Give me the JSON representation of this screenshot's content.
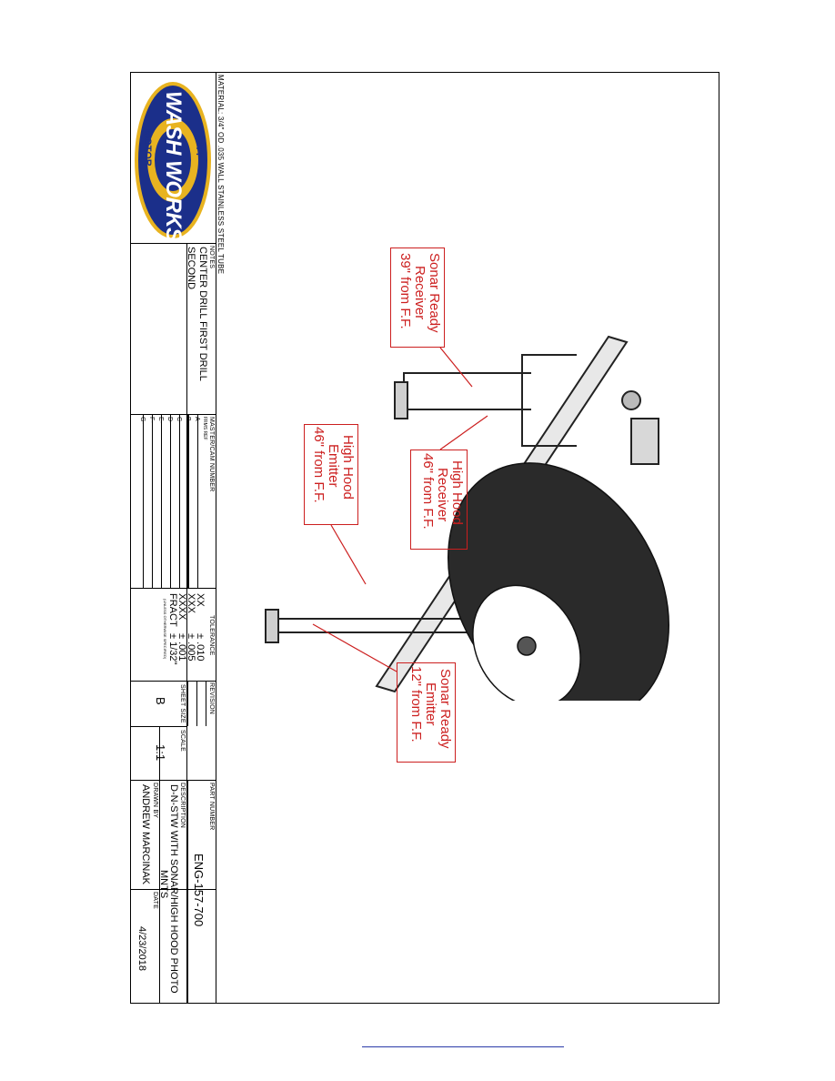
{
  "material": "MATERIAL: 3/4\" OD .035 WALL STAINLESS STEEL TUBE",
  "logo": {
    "top": "MOTOR",
    "main": "WASH WORKS",
    "bottom": "CITY"
  },
  "notes": {
    "label": "NOTES",
    "text1": "CENTER DRILL FIRST DRILL",
    "text2": "SECOND"
  },
  "master": {
    "label": "MASTER/CAM NUMBER",
    "sub": "FRMS REF",
    "rows": [
      "A-",
      "B-",
      "C-",
      "D-",
      "E-",
      "F-",
      "G-"
    ]
  },
  "tolerance": {
    "label": "TOLERANCE",
    "rows": [
      {
        "k": "XX",
        "v": "± .010"
      },
      {
        "k": "XXX",
        "v": "± .005"
      },
      {
        "k": "XXXX",
        "v": "± .001"
      },
      {
        "k": "FRACT",
        "v": "± 1/32\""
      }
    ],
    "note": "(UNLESS OTHERWISE SPECIFIED)"
  },
  "revision": {
    "label": "REVISION"
  },
  "sheet_size": {
    "label": "SHEET SIZE",
    "value": "B"
  },
  "scale": {
    "label": "SCALE",
    "value": "1:1"
  },
  "part_number": {
    "label": "PART NUMBER",
    "value": "ENG-157-700"
  },
  "description": {
    "label": "DESCRIPTION",
    "line1": "D-N-STW WITH SONAR/HIGH HOOD PHOTO",
    "line2": "MNTS"
  },
  "drawn_by": {
    "label": "DRAWN BY",
    "value": "ANDREW MARCINAK"
  },
  "date": {
    "label": "DATE",
    "value": "4/23/2018"
  },
  "callouts": [
    {
      "id": "sonar-receiver",
      "l1": "Sonar Ready",
      "l2": "Receiver",
      "l3": "39\" from F.F."
    },
    {
      "id": "hood-receiver",
      "l1": "High Hood",
      "l2": "Receiver",
      "l3": "46\" from F.F."
    },
    {
      "id": "hood-emitter",
      "l1": "High Hood",
      "l2": "Emitter",
      "l3": "46\" from F.F."
    },
    {
      "id": "sonar-emitter",
      "l1": "Sonar Ready",
      "l2": "Emitter",
      "l3": "12\" from F.F."
    }
  ],
  "colors": {
    "callout": "#cc1f1f",
    "logo_blue": "#1b2f8a",
    "logo_gold": "#e8b320",
    "link": "#2b3aa8"
  }
}
